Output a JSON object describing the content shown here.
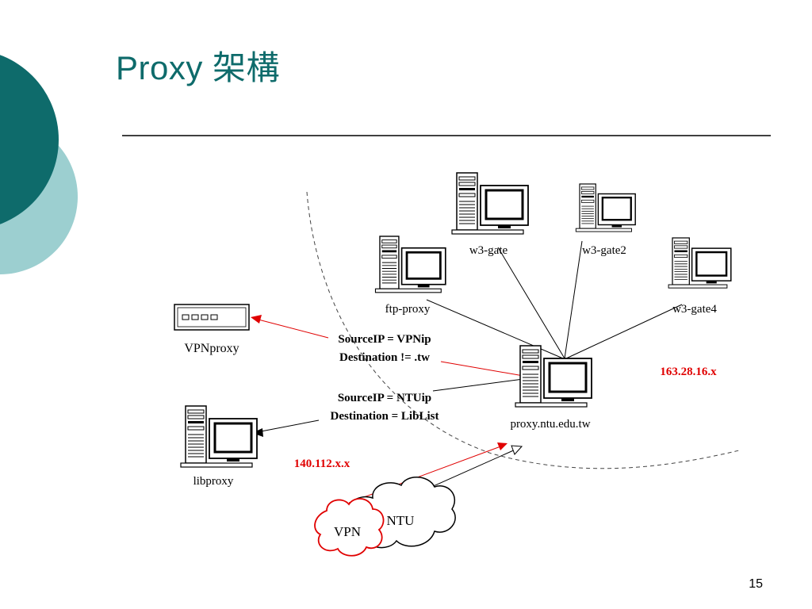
{
  "slide": {
    "title": "Proxy 架構",
    "page_number": "15"
  },
  "nodes": {
    "w3_gate": "w3-gate",
    "w3_gate2": "w3-gate2",
    "ftp_proxy": "ftp-proxy",
    "w3_gate4": "w3-gate4",
    "vpnproxy": "VPNproxy",
    "proxy": "proxy.ntu.edu.tw",
    "libproxy": "libproxy"
  },
  "clouds": {
    "vpn": "VPN",
    "ntu": "NTU"
  },
  "rules": {
    "vpn_line1": "SourceIP = VPNip",
    "vpn_line2": "Destination != .tw",
    "ntu_line1": "SourceIP = NTUip",
    "ntu_line2": "Destination = LibList"
  },
  "addresses": {
    "outside": "163.28.16.x",
    "inside": "140.112.x.x"
  },
  "colors": {
    "accent_teal": "#0e6b6b",
    "accent_light": "#9ccfd0",
    "highlight_red": "#e00000"
  }
}
